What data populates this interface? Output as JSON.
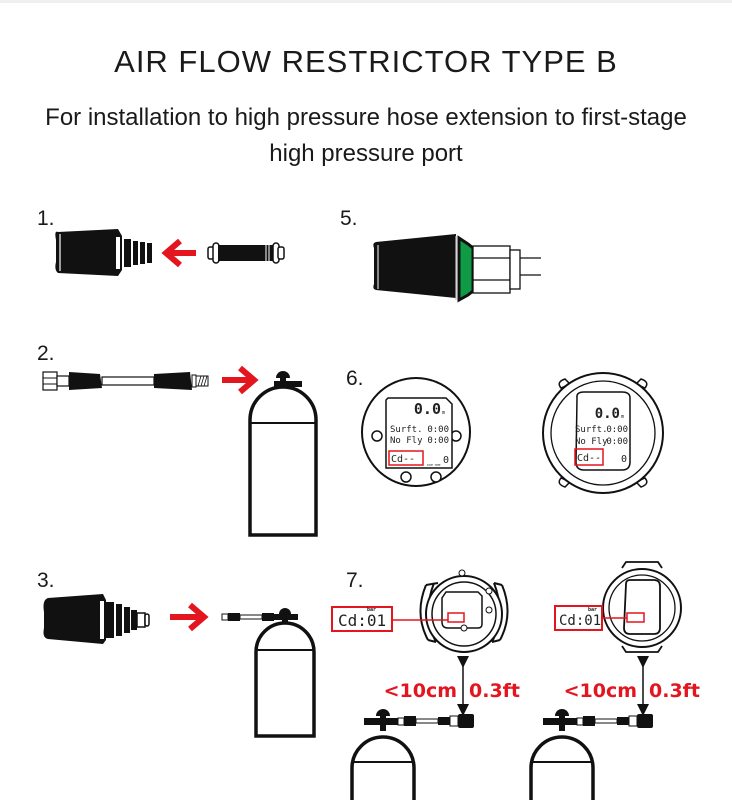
{
  "document": {
    "title": "AIR FLOW RESTRICTOR TYPE B",
    "subtitle": "For installation to high pressure hose extension to first-stage high pressure port"
  },
  "colors": {
    "accent_red": "#e3151f",
    "restrictor_green": "#0f9a45",
    "ink": "#111111"
  },
  "steps": [
    {
      "number": "1.",
      "description": "restrictor-insert-into-first-stage",
      "icons": [
        "first-stage-icon",
        "arrow-left-icon",
        "restrictor-icon"
      ]
    },
    {
      "number": "2.",
      "description": "hose-connect-to-tank",
      "icons": [
        "hp-hose-icon",
        "arrow-right-icon",
        "tank-icon"
      ]
    },
    {
      "number": "3.",
      "description": "first-stage-connect-to-hose-on-tank",
      "icons": [
        "first-stage-icon",
        "arrow-right-icon",
        "tank-with-hose-icon"
      ]
    },
    {
      "number": "5.",
      "description": "assembled-with-green-restrictor",
      "icons": [
        "first-stage-green-icon"
      ]
    },
    {
      "number": "6.",
      "description": "dive-computers-display",
      "icons": [
        "dive-computer-round-icon",
        "dive-computer-watch-icon"
      ]
    },
    {
      "number": "7.",
      "description": "pairing-distance",
      "icons": [
        "dive-computer-back-icon",
        "tank-with-hose-icon"
      ]
    }
  ],
  "display": {
    "depth": "0.0",
    "depth_unit": "m",
    "surf_label": "Surft.",
    "surf_value": "0:00",
    "nofly_label": "No Fly",
    "nofly_value": "0:00",
    "code_value": "Cd--",
    "code_unit": "bar",
    "dive_time_value": "0",
    "dive_time_label": "DIVE TIME"
  },
  "pairing": {
    "code_value": "Cd:01",
    "code_unit": "bar",
    "distance_metric": "<10cm",
    "distance_imperial": "0.3ft"
  }
}
